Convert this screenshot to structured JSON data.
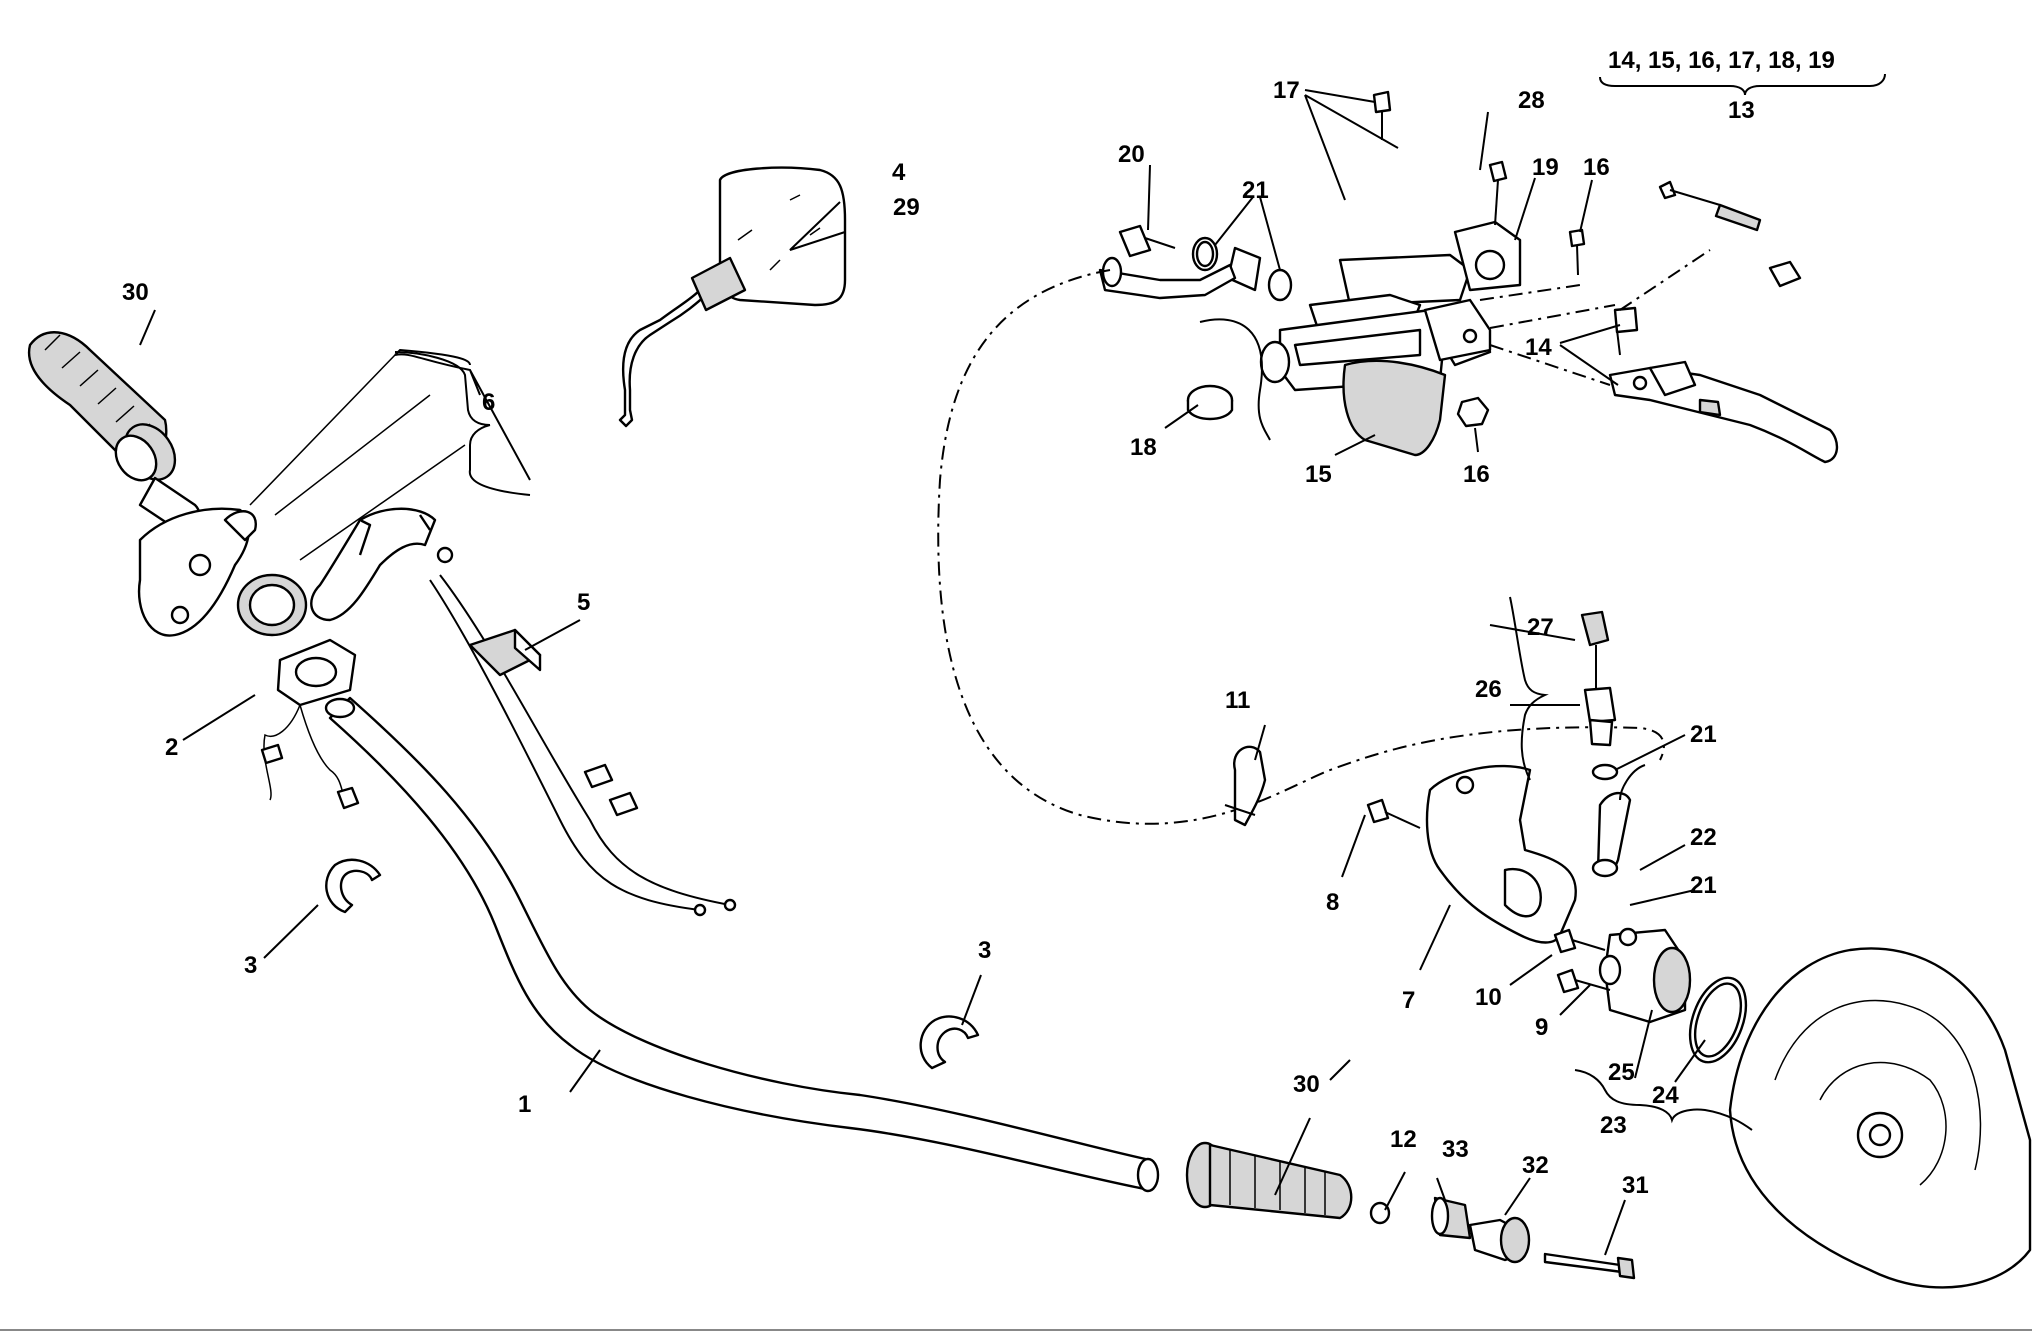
{
  "diagram": {
    "labels": {
      "l1": "1",
      "l2": "2",
      "l3a": "3",
      "l3b": "3",
      "l4": "4",
      "l29": "29",
      "l5": "5",
      "l6": "6",
      "l7": "7",
      "l8": "8",
      "l9": "9",
      "l10": "10",
      "l11": "11",
      "l12": "12",
      "l13": "13",
      "l14": "14",
      "l15": "15",
      "l16a": "16",
      "l16b": "16",
      "l17": "17",
      "l18": "18",
      "l19": "19",
      "l20": "20",
      "l21a": "21",
      "l21b": "21",
      "l21c": "21",
      "l22": "22",
      "l23": "23",
      "l24": "24",
      "l25": "25",
      "l26": "26",
      "l27": "27",
      "l28": "28",
      "l30a": "30",
      "l30b": "30",
      "l31": "31",
      "l32": "32",
      "l33": "33",
      "kit": "14, 15, 16, 17, 18, 19"
    }
  }
}
